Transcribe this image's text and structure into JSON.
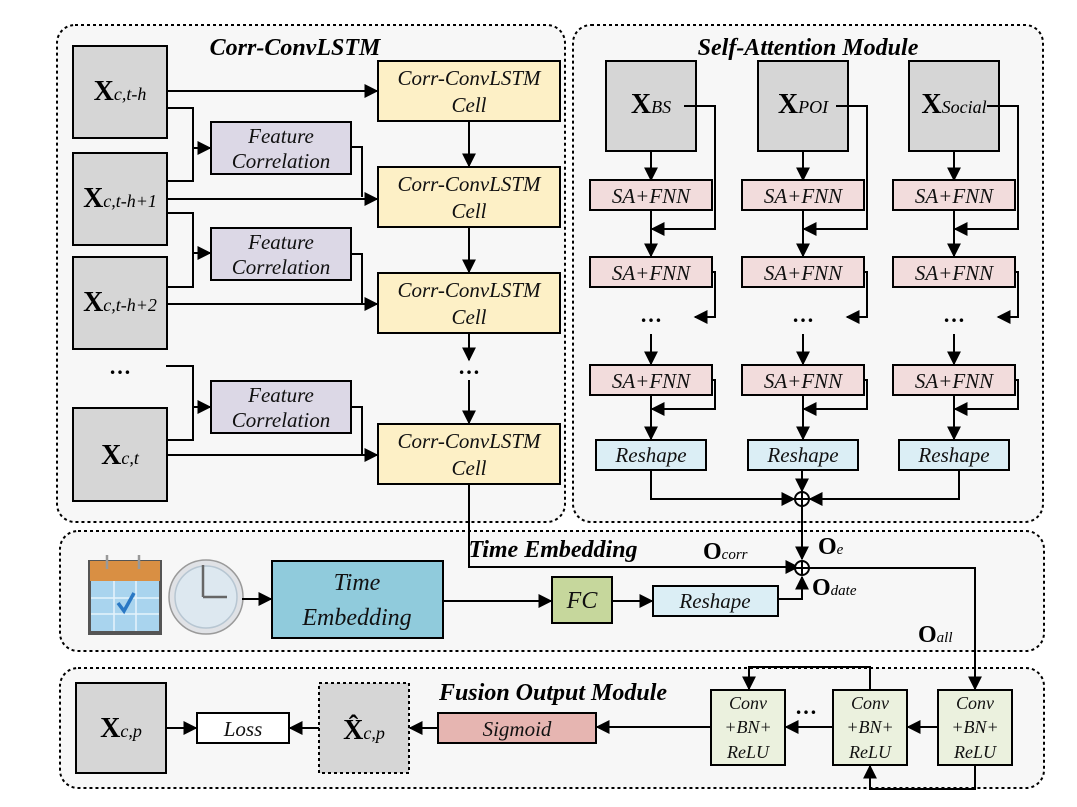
{
  "modules": {
    "corr_convlstm": {
      "title": "Corr-ConvLSTM",
      "inputs": [
        {
          "main": "X",
          "sub": "c,t-h"
        },
        {
          "main": "X",
          "sub": "c,t-h+1"
        },
        {
          "main": "X",
          "sub": "c,t-h+2"
        },
        {
          "main": "",
          "sub": "…"
        },
        {
          "main": "X",
          "sub": "c,t"
        }
      ],
      "feature_correlation": [
        "Feature",
        "Correlation"
      ],
      "cell": [
        "Corr-ConvLSTM",
        "Cell"
      ],
      "ellipsis": "…"
    },
    "self_attention": {
      "title": "Self-Attention Module",
      "inputs": [
        {
          "main": "X",
          "sub": "BS"
        },
        {
          "main": "X",
          "sub": "POI"
        },
        {
          "main": "X",
          "sub": "Social"
        }
      ],
      "block": "SA+FNN",
      "reshape": "Reshape",
      "ellipsis": "…"
    },
    "time_embedding": {
      "title": "Time Embedding",
      "block": [
        "Time",
        "Embedding"
      ],
      "fc": "FC",
      "reshape": "Reshape",
      "icons": [
        "calendar-icon",
        "clock-icon"
      ]
    },
    "fusion_output": {
      "title": "Fusion Output Module",
      "target": {
        "main": "X",
        "sub": "c,p"
      },
      "loss": "Loss",
      "prediction": {
        "main": "X̂",
        "sub": "c,p"
      },
      "sigmoid": "Sigmoid",
      "conv_block": [
        "Conv",
        "+BN+",
        "ReLU"
      ],
      "ellipsis": "…"
    }
  },
  "signals": {
    "o_corr": {
      "main": "O",
      "sub": "corr"
    },
    "o_e": {
      "main": "O",
      "sub": "e"
    },
    "o_date": {
      "main": "O",
      "sub": "date"
    },
    "o_all": {
      "main": "O",
      "sub": "all"
    }
  },
  "colors": {
    "input": "#d6d6d6",
    "cell": "#fdf0c6",
    "feature_correlation": "#dcd8e6",
    "sa_fnn": "#f2dcdc",
    "reshape": "#dbeef5",
    "time_embedding": "#90cbdc",
    "fc": "#c6d79c",
    "conv": "#ebf1de",
    "sigmoid": "#e6b5b1",
    "panel": "#f7f7f7"
  }
}
